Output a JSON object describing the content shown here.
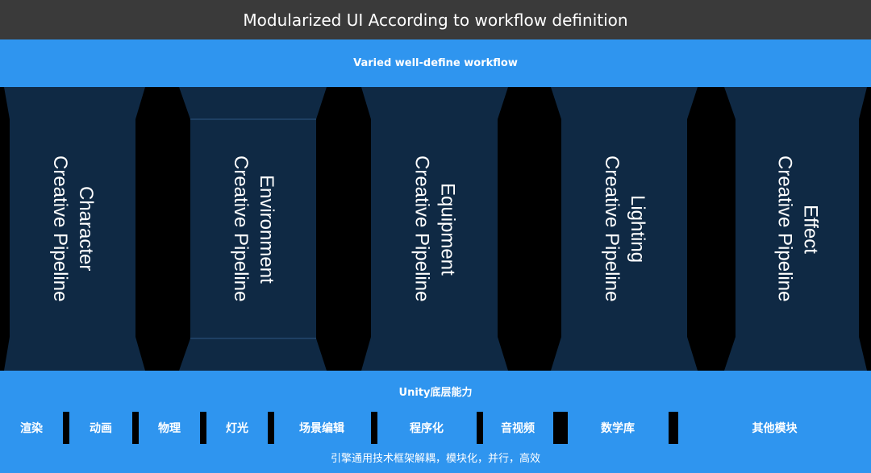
{
  "header": {
    "title": "Modularized UI According to workflow definition"
  },
  "workflow": {
    "label": "Varied well-define workflow"
  },
  "pipelines": [
    {
      "label": "Character\nCreative Pipeline"
    },
    {
      "label": "Environment\nCreative Pipeline"
    },
    {
      "label": "Equipment\nCreative Pipeline"
    },
    {
      "label": "Lighting\nCreative Pipeline"
    },
    {
      "label": "Effect\nCreative Pipeline"
    }
  ],
  "foundation": {
    "title": "Unity底层能力",
    "modules": [
      "渲染",
      "动画",
      "物理",
      "灯光",
      "场景编辑",
      "程序化",
      "音视频",
      "数学库",
      "其他模块"
    ],
    "caption": "引擎通用技术框架解耦，模块化，并行，高效"
  },
  "colors": {
    "header_bg": "#3a3a3a",
    "accent_blue": "#2f95ef",
    "pipeline_fill": "#0f2944",
    "background": "#000000"
  }
}
